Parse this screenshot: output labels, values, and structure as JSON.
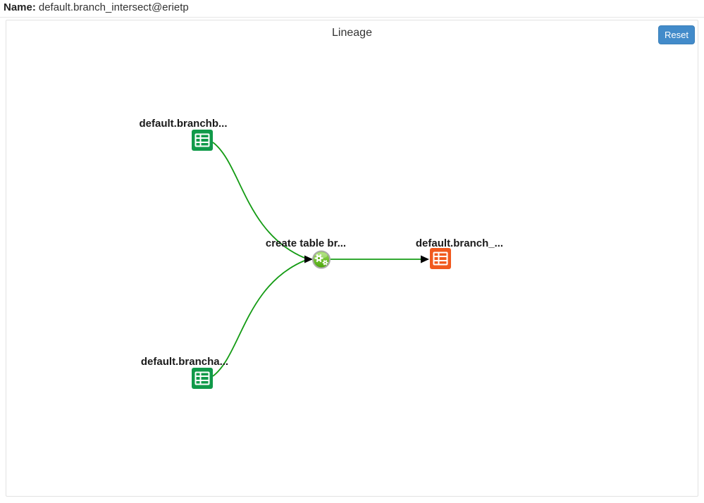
{
  "header": {
    "name_label": "Name:",
    "name_value": "default.branch_intersect@erietp"
  },
  "panel": {
    "title": "Lineage",
    "reset_button_label": "Reset"
  },
  "colors": {
    "accent_blue": "#428bca",
    "table_node_green": "#109a49",
    "current_node_orange": "#f1591e",
    "edge_green": "#149b14",
    "process_node_green": "#5cb312",
    "arrowhead_black": "#000000"
  },
  "graph": {
    "nodes": [
      {
        "id": "default.branchb",
        "label": "default.branchb...",
        "type": "table",
        "icon": "table-icon"
      },
      {
        "id": "default.brancha",
        "label": "default.brancha...",
        "type": "table",
        "icon": "table-icon"
      },
      {
        "id": "create-table-process",
        "label": "create table br...",
        "type": "process",
        "icon": "gears-icon"
      },
      {
        "id": "default.branch_intersect",
        "label": "default.branch_...",
        "type": "table-current",
        "icon": "table-icon"
      }
    ],
    "edges": [
      {
        "from": "default.branchb",
        "to": "create-table-process"
      },
      {
        "from": "default.brancha",
        "to": "create-table-process"
      },
      {
        "from": "create-table-process",
        "to": "default.branch_intersect"
      }
    ]
  }
}
